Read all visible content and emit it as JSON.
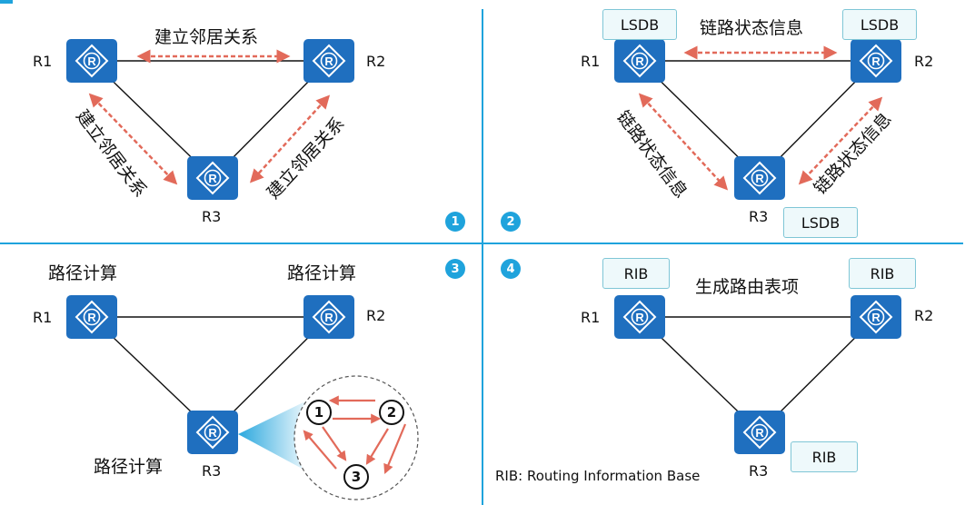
{
  "routers": {
    "r1": "R1",
    "r2": "R2",
    "r3": "R3"
  },
  "panel1": {
    "badge": "1",
    "link_top": "建立邻居关系",
    "link_left": "建立邻居关系",
    "link_right": "建立邻居关系"
  },
  "panel2": {
    "badge": "2",
    "link_top": "链路状态信息",
    "link_left": "链路状态信息",
    "link_right": "链路状态信息",
    "db": "LSDB"
  },
  "panel3": {
    "badge": "3",
    "calc": "路径计算",
    "steps": [
      "1",
      "2",
      "3"
    ]
  },
  "panel4": {
    "badge": "4",
    "title": "生成路由表项",
    "db": "RIB",
    "footnote": "RIB: Routing Information Base"
  },
  "colors": {
    "router": "#1f6fbf",
    "arrow": "#e26a5a",
    "divider": "#1fa3dc",
    "box_border": "#7fc6d6",
    "badge": "#1fa3dc"
  }
}
